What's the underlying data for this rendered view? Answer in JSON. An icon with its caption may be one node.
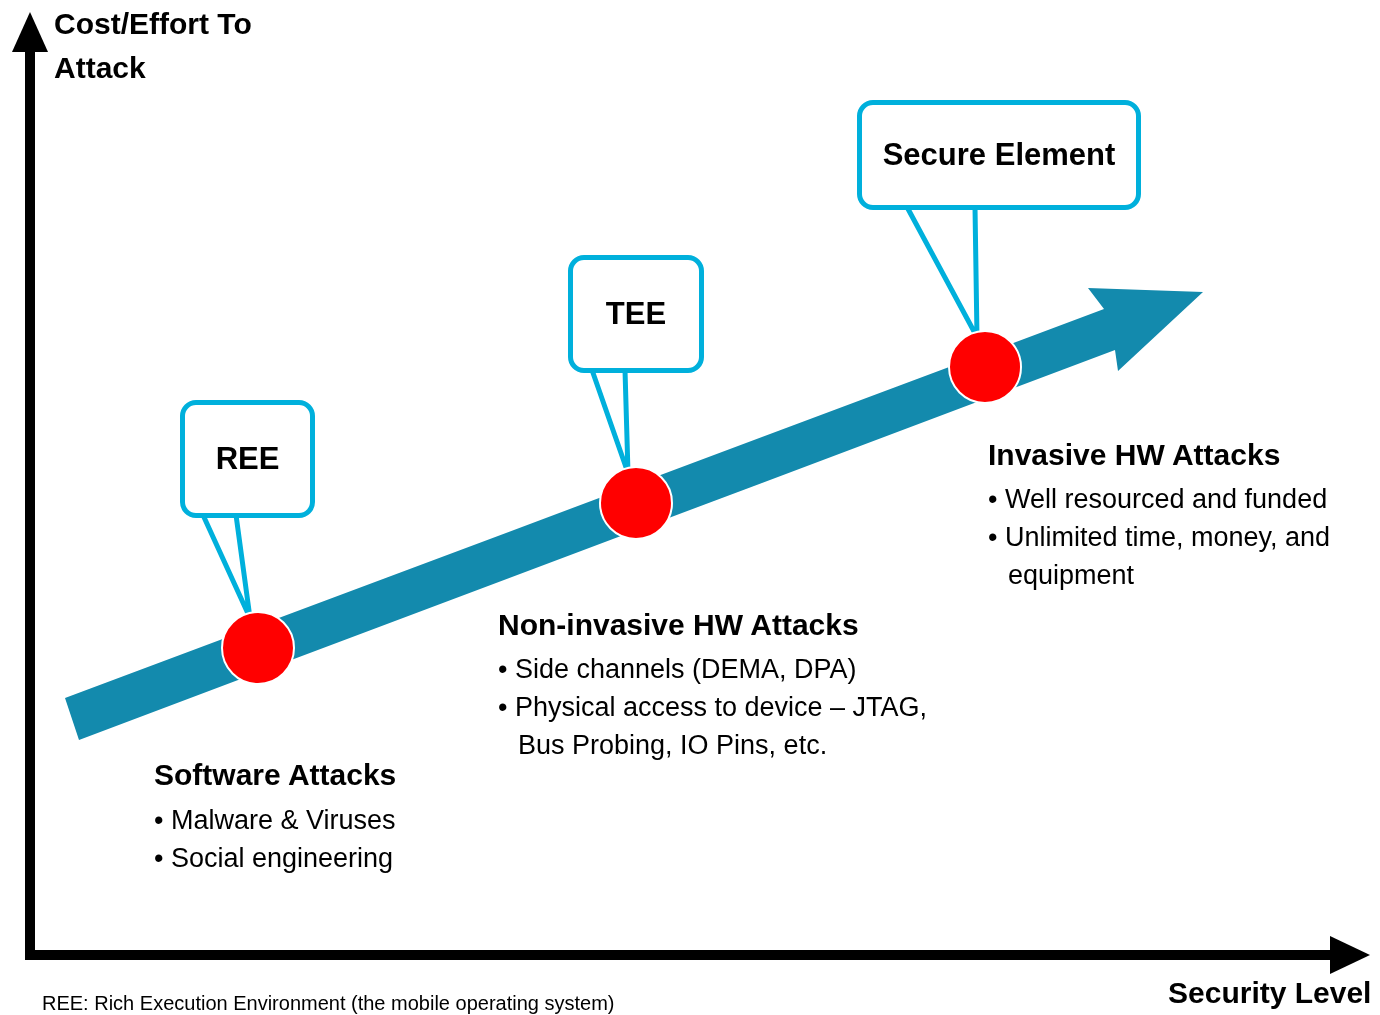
{
  "diagram": {
    "nodes": [
      {
        "text": [
          "REE"
        ]
      },
      {
        "text": [
          "TEE"
        ]
      },
      {
        "text": [
          "Secure Element"
        ]
      },
      {
        "text": [],
        "shape": "circle"
      },
      {
        "text": [],
        "shape": "circle"
      },
      {
        "text": [],
        "shape": "circle"
      }
    ],
    "edges": [
      {
        "from": 0,
        "to": 3,
        "arrow": "none"
      },
      {
        "from": 1,
        "to": 4,
        "arrow": "none"
      },
      {
        "from": 2,
        "to": 5,
        "arrow": "none"
      }
    ],
    "labels": [
      "Cost/Effort To Attack",
      "Invasive HW Attacks",
      "• Well resourced and funded",
      "• Unlimited time, money, and equipment",
      "Non-invasive HW Attacks",
      "• Side channels (DEMA, DPA)",
      "• Physical access to device – JTAG, Bus Probing, IO Pins, etc.",
      "Software Attacks",
      "• Malware & Viruses",
      "• Social engineering",
      "Security Level",
      "REE: Rich Execution Environment (the mobile operating system)"
    ]
  }
}
